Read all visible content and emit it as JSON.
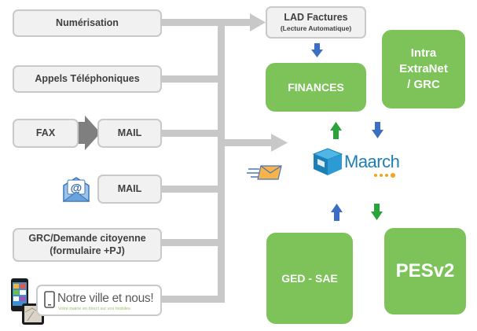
{
  "sources": {
    "numerisation": "Numérisation",
    "appels": "Appels Téléphoniques",
    "fax": "FAX",
    "mail_fax": "MAIL",
    "mail_email": "MAIL",
    "grc_line1": "GRC/Demande citoyenne",
    "grc_line2": "(formulaire +PJ)"
  },
  "app": {
    "name": "Notre ville et nous!",
    "tagline": "Votre mairie en direct sur vos mobiles"
  },
  "lad": {
    "title": "LAD Factures",
    "subtitle": "(Lecture Automatique)"
  },
  "targets": {
    "finances": "FINANCES",
    "intranet_line1": "Intra",
    "intranet_line2": "ExtraNet",
    "intranet_line3": "/ GRC",
    "ged": "GED - SAE",
    "pes": "PESv2"
  },
  "hub": {
    "logo_text": "Maarch"
  },
  "colors": {
    "green_box": "#7dc35a",
    "grey_box": "#f1f1f1",
    "grey_border": "#c9c9c9",
    "connector": "#c8c8c8",
    "arrow_blue": "#3c6fc4",
    "arrow_green": "#29a33a",
    "maarch_blue": "#1d7fb5",
    "maarch_orange": "#f4a31e"
  }
}
